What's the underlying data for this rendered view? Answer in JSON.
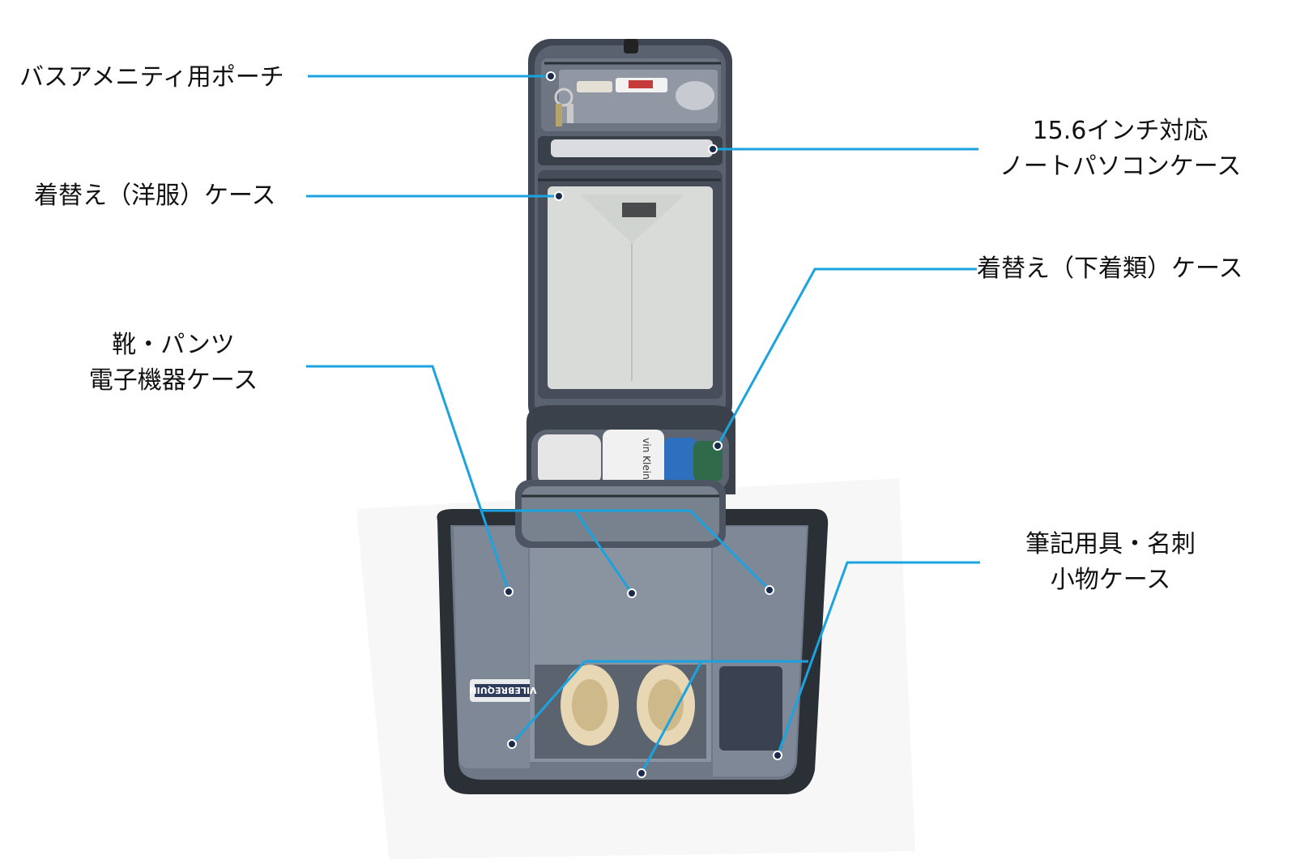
{
  "colors": {
    "callout_line": "#1aa3e0",
    "bag_body": "#4b5360",
    "bag_dark": "#2b2f36",
    "lining": "#7c8593",
    "mesh": "#8f97a3",
    "shirt": "#e9ebe6",
    "laptop": "#d9dbde",
    "shoe": "#e7d7b4"
  },
  "labels": {
    "bath_pouch": "バスアメニティ用ポーチ",
    "laptop_case": [
      "15.6インチ対応",
      "ノートパソコンケース"
    ],
    "clothes_case": "着替え（洋服）ケース",
    "underwear_case": "着替え（下着類）ケース",
    "shoes_case": [
      "靴・パンツ",
      "電子機器ケース"
    ],
    "stationery_case": [
      "筆記用具・名刺",
      "小物ケース"
    ]
  },
  "product_text": {
    "pants_tag": "VILEBREQUIN",
    "underwear_brand": "vin Klein"
  }
}
